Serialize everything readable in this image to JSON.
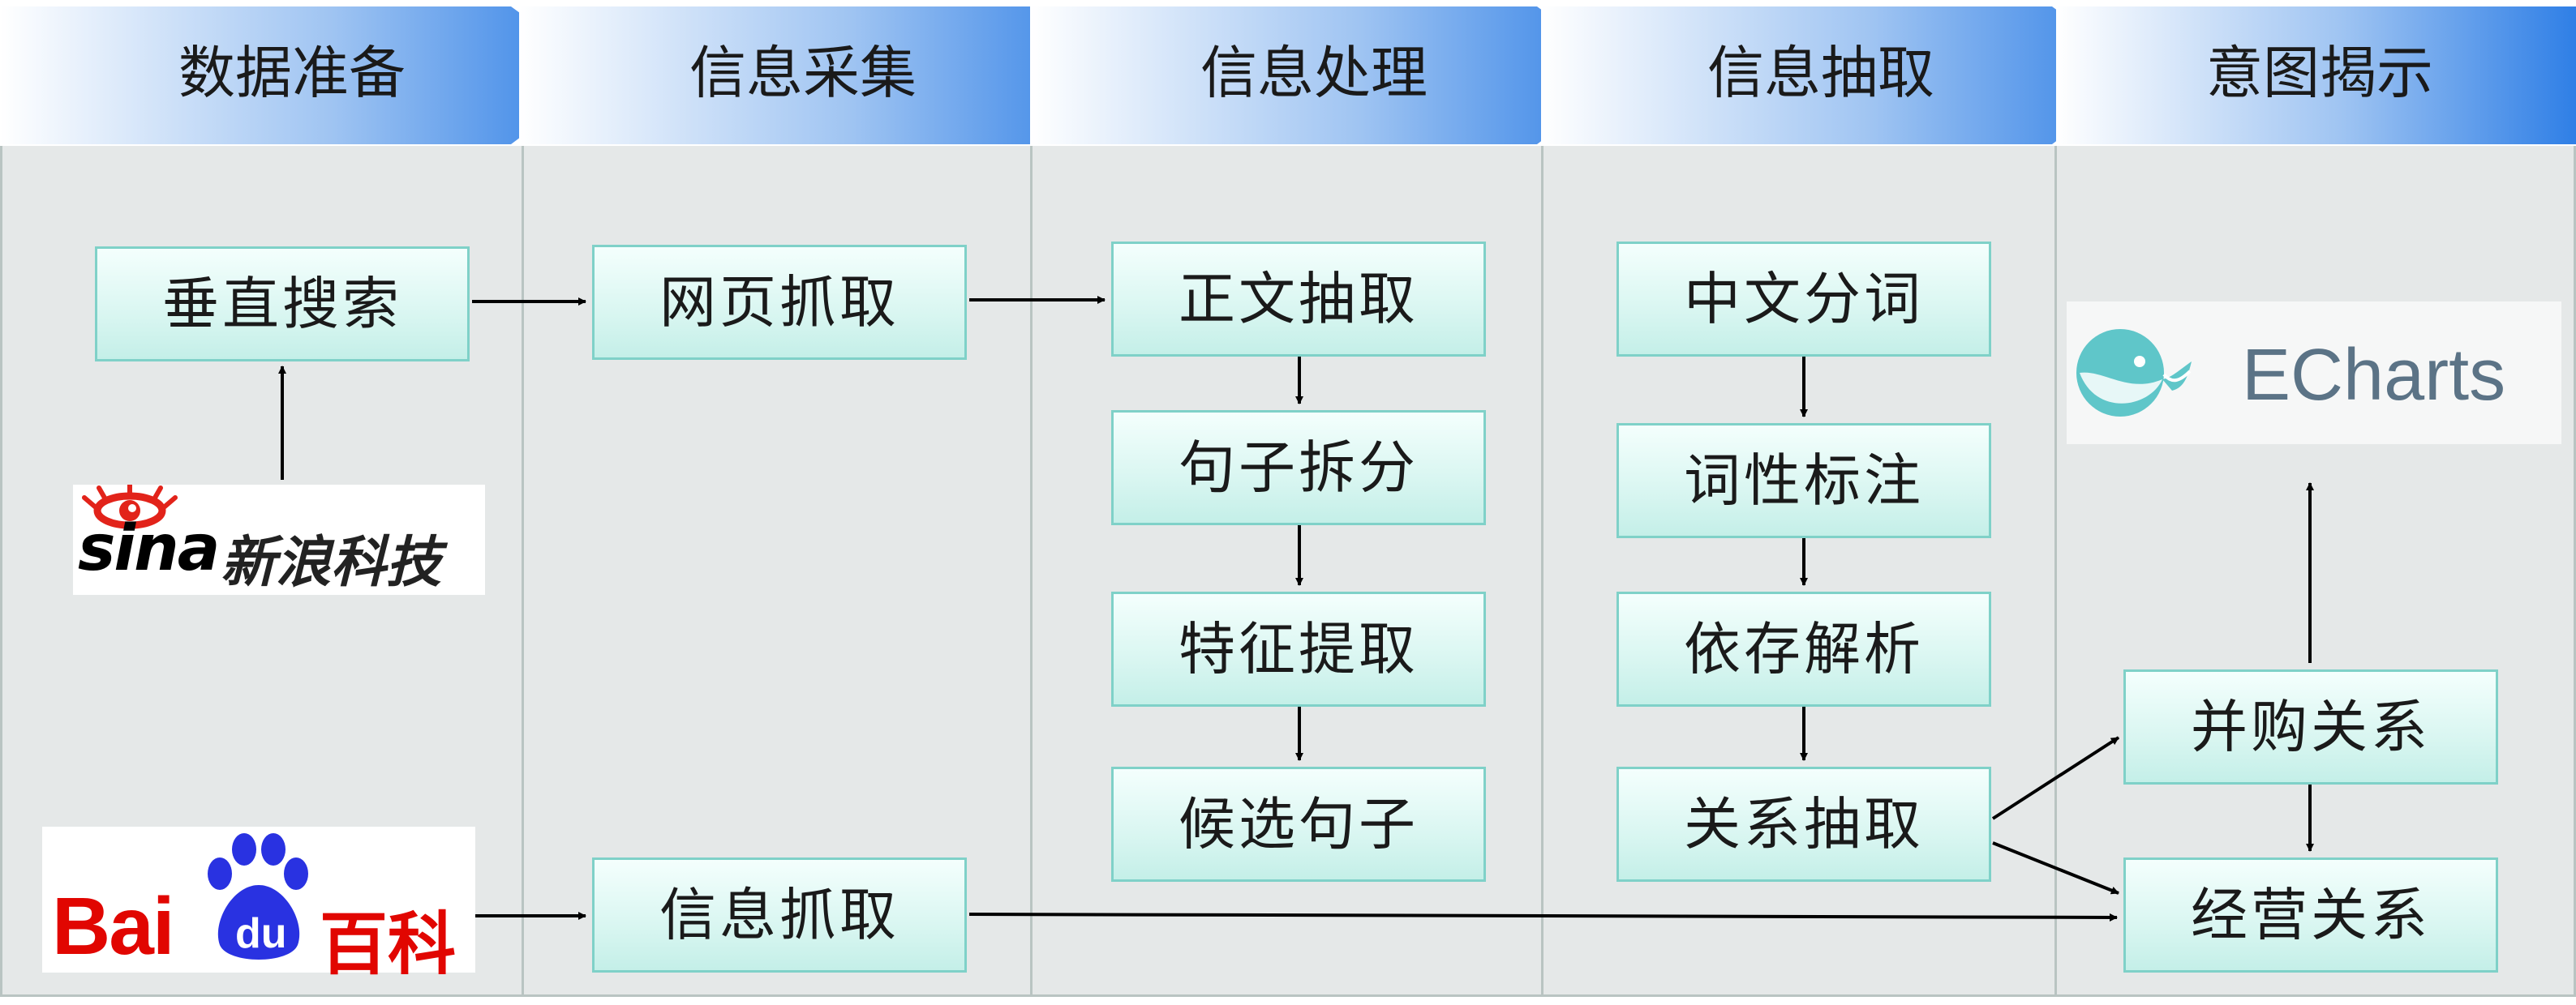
{
  "stages": [
    {
      "label": "数据准备"
    },
    {
      "label": "信息采集"
    },
    {
      "label": "信息处理"
    },
    {
      "label": "信息抽取"
    },
    {
      "label": "意图揭示"
    }
  ],
  "nodes": {
    "vertical_search": "垂直搜索",
    "web_crawl": "网页抓取",
    "info_crawl": "信息抓取",
    "body_extract": "正文抽取",
    "sentence_split": "句子拆分",
    "feature_extract": "特征提取",
    "candidate_sentence": "候选句子",
    "word_segmentation": "中文分词",
    "pos_tagging": "词性标注",
    "dependency_parsing": "依存解析",
    "relation_extract": "关系抽取",
    "merger_relation": "并购关系",
    "business_relation": "经营关系"
  },
  "logos": {
    "sina": {
      "wordmark": "sina",
      "text": "新浪科技",
      "icon": "sina-eye-icon"
    },
    "baidu": {
      "wordmark": "Bai",
      "du": "du",
      "text": "百科",
      "icon": "baidu-paw-icon"
    },
    "echarts": {
      "text": "ECharts",
      "icon": "echarts-whale-icon"
    }
  },
  "colors": {
    "stage_gradient_start": "#ffffff",
    "stage_gradient_end": "#2f7fe6",
    "column_bg": "#e5e8e8",
    "node_border": "#7fd1c8",
    "node_fill": "#d9f6f1",
    "sina_red": "#e2231a",
    "baidu_red": "#e10601",
    "baidu_blue": "#2932e1",
    "echarts_teal": "#5fc6c9"
  }
}
